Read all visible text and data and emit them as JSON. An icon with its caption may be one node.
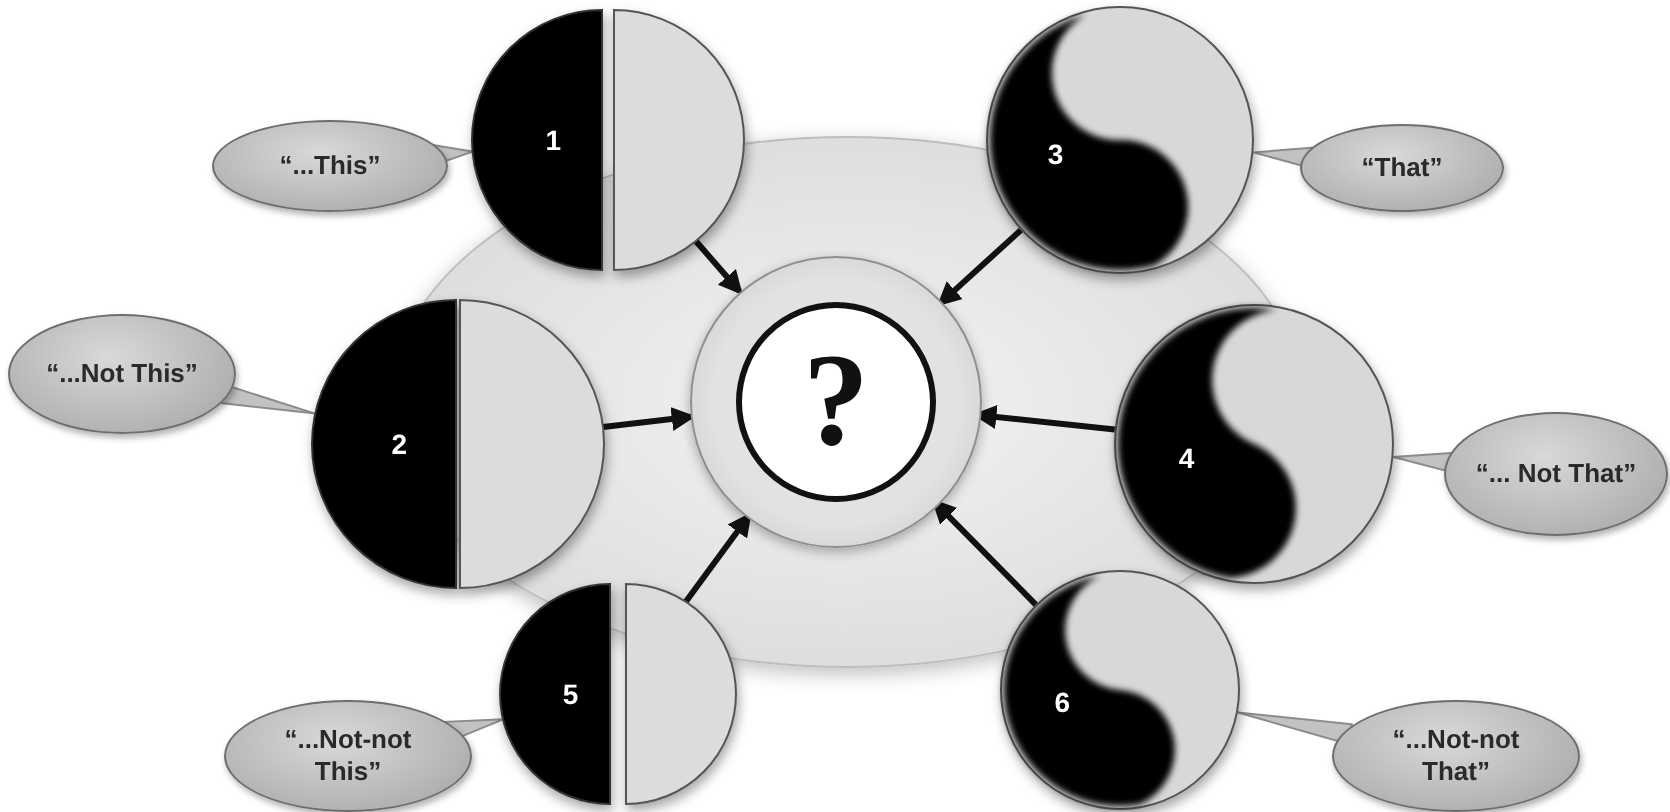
{
  "diagram": {
    "nodes": [
      {
        "text": [
          "“...This”"
        ]
      },
      {
        "text": [
          "1"
        ]
      },
      {
        "text": [
          "3"
        ]
      },
      {
        "text": [
          "“That”"
        ]
      },
      {
        "text": [
          "“...Not This”"
        ]
      },
      {
        "text": [
          "2"
        ]
      },
      {
        "text": [
          "?"
        ]
      },
      {
        "text": [
          "4"
        ]
      },
      {
        "text": [
          "“... Not That”"
        ]
      },
      {
        "text": [
          "5"
        ]
      },
      {
        "text": [
          "6"
        ]
      },
      {
        "text": [
          "“...Not-not This”"
        ]
      },
      {
        "text": [
          "“...Not-not That”"
        ]
      }
    ],
    "edges": [
      {
        "from": 0,
        "to": 1,
        "arrow": "none",
        "color": "#8c8c8c"
      },
      {
        "from": 3,
        "to": 2,
        "arrow": "none",
        "color": "#8c8c8c"
      },
      {
        "from": 4,
        "to": 5,
        "arrow": "none",
        "color": "#8c8c8c"
      },
      {
        "from": 8,
        "to": 7,
        "arrow": "none",
        "color": "#8c8c8c"
      },
      {
        "from": 11,
        "to": 9,
        "arrow": "none",
        "color": "#8c8c8c"
      },
      {
        "from": 12,
        "to": 10,
        "arrow": "none",
        "color": "#8c8c8c"
      },
      {
        "from": 1,
        "to": 6,
        "arrow": "to"
      },
      {
        "from": 5,
        "to": 6,
        "arrow": "to"
      },
      {
        "from": 9,
        "to": 6,
        "arrow": "to"
      },
      {
        "from": 2,
        "to": 6,
        "arrow": "to"
      },
      {
        "from": 7,
        "to": 6,
        "arrow": "to"
      },
      {
        "from": 10,
        "to": 6,
        "arrow": "to"
      }
    ]
  }
}
